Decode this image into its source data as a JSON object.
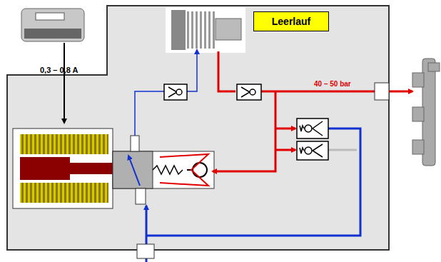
{
  "diagram": {
    "nodes": [
      {
        "text": [
          "Leerlauf"
        ]
      }
    ],
    "labels": [
      "0,3 – 0,8 A",
      "40 – 50 bar"
    ]
  }
}
